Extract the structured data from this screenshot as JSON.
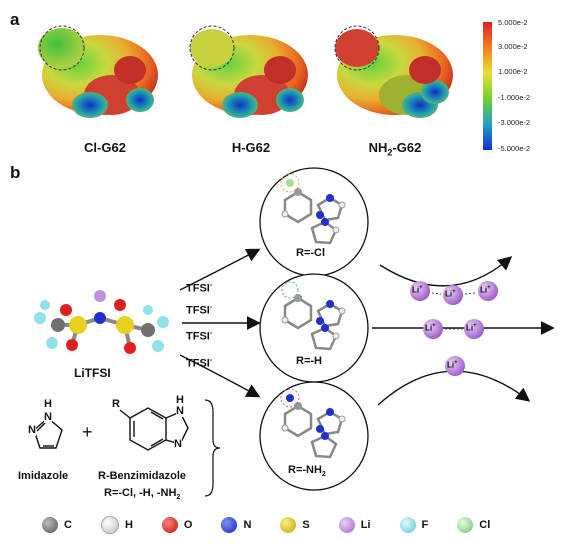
{
  "panel_a": {
    "label": "a",
    "molecules": [
      {
        "name": "Cl-G62"
      },
      {
        "name": "H-G62"
      },
      {
        "name_main": "NH",
        "name_sub": "2",
        "name_tail": "-G62"
      }
    ],
    "colorbar": {
      "ticks": [
        "5.000e-2",
        "3.000e-2",
        "1.000e-2",
        "-1.000e-2",
        "-3.000e-2",
        "-5.000e-2"
      ],
      "colors": [
        "#e02020",
        "#f0a020",
        "#e8e030",
        "#80d030",
        "#20a0c0",
        "#1030d0"
      ]
    }
  },
  "panel_b": {
    "label": "b",
    "litfsi_label": "LiTFSI",
    "tfsi_labels": [
      {
        "main": "TFSI",
        "sup": "-"
      },
      {
        "main": "TFSI",
        "sup": "-"
      },
      {
        "main": "TFSI",
        "sup": "-"
      },
      {
        "main": "TFSI",
        "sup": "-"
      }
    ],
    "plus": "+",
    "imidazole": {
      "nh": "H",
      "n1": "N",
      "n2": "N",
      "label": "Imidazole"
    },
    "benzimidazole": {
      "r": "R",
      "nh": "H",
      "n1": "N",
      "n2": "N",
      "label": "R-Benzimidazole",
      "options": "R=-Cl, -H, -NH"
    },
    "circle_labels": [
      "R=-Cl",
      "R=-H",
      "R=-NH"
    ],
    "li_label": "Li",
    "li_sup": "+"
  },
  "legend": [
    {
      "symbol": "C",
      "color": "#707070"
    },
    {
      "symbol": "H",
      "color": "#f0f0f0"
    },
    {
      "symbol": "O",
      "color": "#e02020"
    },
    {
      "symbol": "N",
      "color": "#2030d0"
    },
    {
      "symbol": "S",
      "color": "#e8d020"
    },
    {
      "symbol": "Li",
      "color": "#c090e0"
    },
    {
      "symbol": "F",
      "color": "#90e0e8"
    },
    {
      "symbol": "Cl",
      "color": "#a0e0a0"
    }
  ]
}
